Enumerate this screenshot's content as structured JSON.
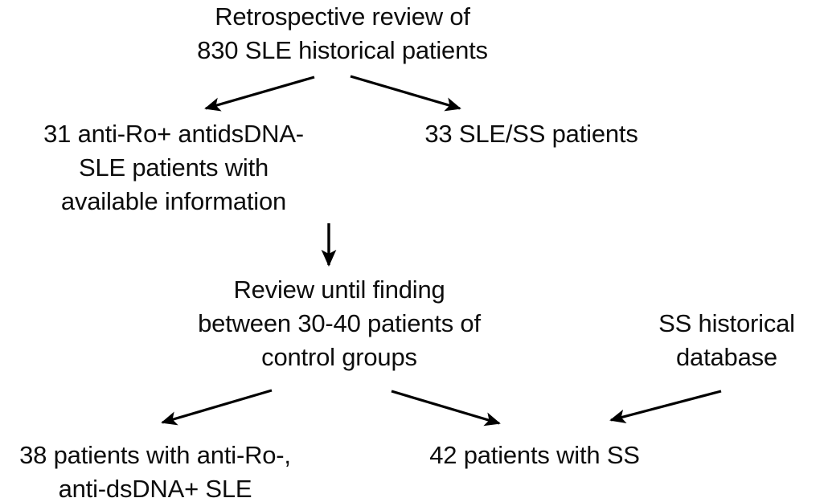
{
  "diagram": {
    "title": "SLE and SS patient cohort selection flowchart",
    "background_color": "#ffffff",
    "text_color": "#0d0d0d",
    "arrow_color": "#000000",
    "nodes": {
      "root": "Retrospective review of\n830 SLE historical patients",
      "left_branch": "31 anti-Ro+ antidsDNA-\nSLE patients with\navailable information",
      "right_branch": "33 SLE/SS patients",
      "middle": "Review until finding\nbetween 30-40 patients of\ncontrol groups",
      "ss_database": "SS historical\ndatabase",
      "bottom_left": "38 patients with anti-Ro-,\nanti-dsDNA+ SLE",
      "bottom_right": "42 patients with SS"
    },
    "edges": [
      {
        "name": "root-to-left-branch",
        "from": "root",
        "to": "left_branch",
        "direction": "down-left"
      },
      {
        "name": "root-to-right-branch",
        "from": "root",
        "to": "right_branch",
        "direction": "down-right"
      },
      {
        "name": "left-branch-to-middle",
        "from": "left_branch",
        "to": "middle",
        "direction": "down"
      },
      {
        "name": "middle-to-bottom-left",
        "from": "middle",
        "to": "bottom_left",
        "direction": "down-left"
      },
      {
        "name": "middle-to-bottom-right",
        "from": "middle",
        "to": "bottom_right",
        "direction": "down-right"
      },
      {
        "name": "ss-database-to-bottom-right",
        "from": "ss_database",
        "to": "bottom_right",
        "direction": "down-left"
      }
    ]
  }
}
